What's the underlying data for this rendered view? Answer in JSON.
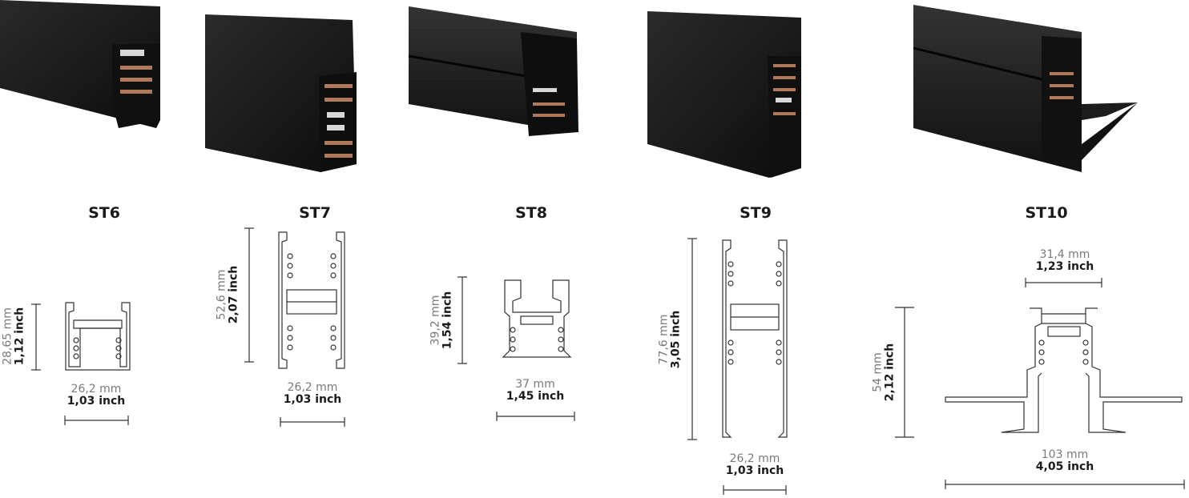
{
  "products": [
    {
      "name": "ST6",
      "height_mm": "28,65 mm",
      "height_inch": "1,12 inch",
      "width_mm": "26,2 mm",
      "width_inch": "1,03 inch"
    },
    {
      "name": "ST7",
      "height_mm": "52,6 mm",
      "height_inch": "2,07 inch",
      "width_mm": "26,2 mm",
      "width_inch": "1,03 inch"
    },
    {
      "name": "ST8",
      "height_mm": "39,2 mm",
      "height_inch": "1,54 inch",
      "width_mm": "37 mm",
      "width_inch": "1,45 inch"
    },
    {
      "name": "ST9",
      "height_mm": "77,6 mm",
      "height_inch": "3,05 inch",
      "width_mm": "26,2 mm",
      "width_inch": "1,03 inch"
    },
    {
      "name": "ST10",
      "height_mm": "54 mm",
      "height_inch": "2,12 inch",
      "width_mm": "103 mm",
      "width_inch": "4,05 inch",
      "top_width_mm": "31,4 mm",
      "top_width_inch": "1,23 inch"
    }
  ],
  "colors": {
    "profile": "#151515",
    "copper": "#b07a5a",
    "line": "#333333"
  }
}
